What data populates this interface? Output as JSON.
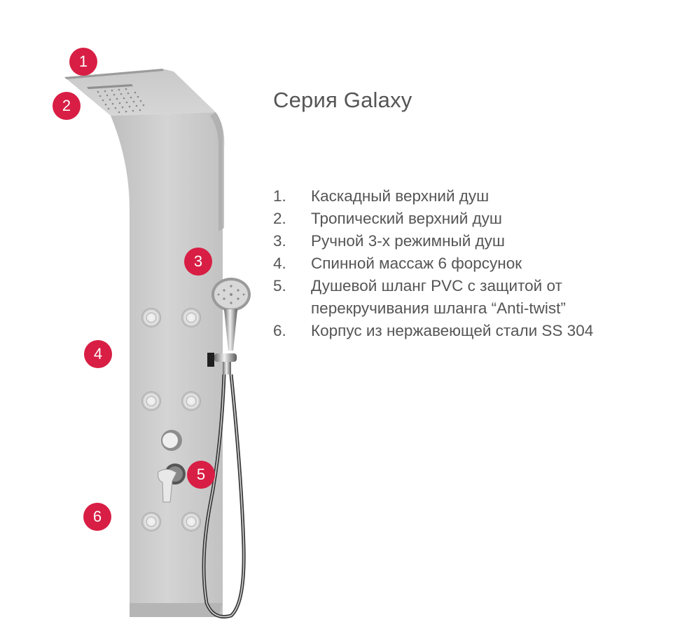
{
  "title": "Серия Galaxy",
  "accent_color": "#d81e44",
  "features": [
    {
      "num": "1.",
      "text": "Каскадный верхний душ"
    },
    {
      "num": "2.",
      "text": "Тропический верхний душ"
    },
    {
      "num": "3.",
      "text": "Ручной 3-х режимный душ"
    },
    {
      "num": "4.",
      "text": "Спинной массаж 6 форсунок"
    },
    {
      "num": "5.",
      "text": "Душевой шланг PVC с защитой от перекручивания шланга “Anti-twist”"
    },
    {
      "num": "6.",
      "text": "Корпус из нержавеющей стали SS 304"
    }
  ],
  "callouts": [
    {
      "label": "1"
    },
    {
      "label": "2"
    },
    {
      "label": "3"
    },
    {
      "label": "4"
    },
    {
      "label": "5"
    },
    {
      "label": "6"
    }
  ]
}
